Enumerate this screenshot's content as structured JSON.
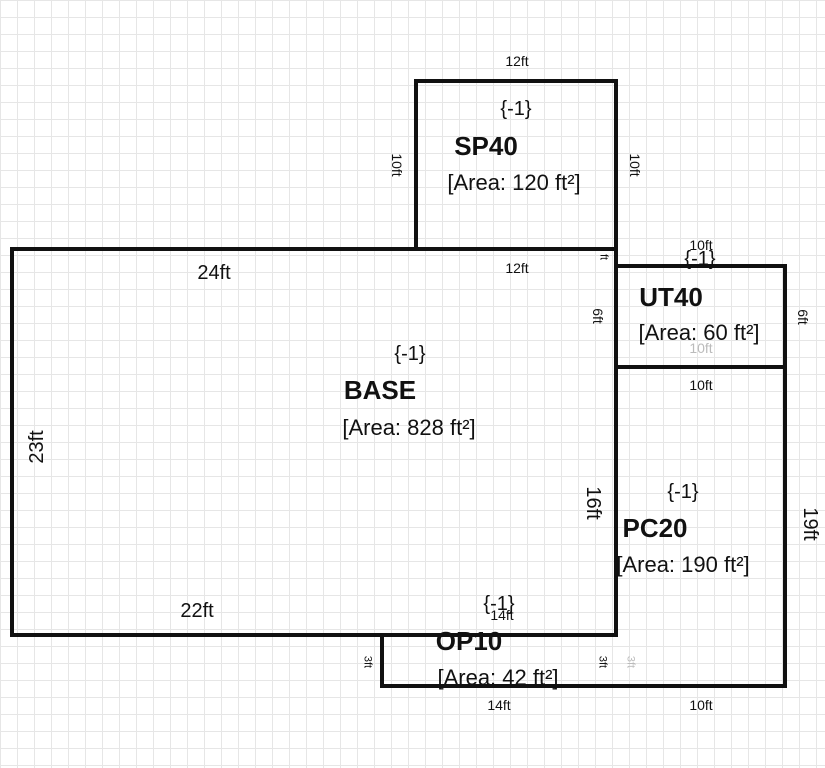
{
  "areas": {
    "base": {
      "code": "BASE",
      "number": "{-1}",
      "area": "[Area: 828 ft²]"
    },
    "sp40": {
      "code": "SP40",
      "number": "{-1}",
      "area": "[Area: 120 ft²]"
    },
    "ut40": {
      "code": "UT40",
      "number": "{-1}",
      "area": "[Area: 60 ft²]"
    },
    "pc20": {
      "code": "PC20",
      "number": "{-1}",
      "area": "[Area: 190 ft²]"
    },
    "op10": {
      "code": "OP10",
      "number": "{-1}",
      "area": "[Area: 42 ft²]"
    }
  },
  "dimensions": {
    "sp40_top": "12ft",
    "sp40_left": "10ft",
    "sp40_right": "10ft",
    "sp40_bottom": "12ft",
    "base_top": "24ft",
    "base_left": "23ft",
    "base_bottom": "22ft",
    "base_right_upper": "6ft",
    "base_right_lower": "16ft",
    "corner_small": "ft",
    "ut40_top": "10ft",
    "ut40_right": "6ft",
    "ut40_bottom": "10ft",
    "ut40_bottom_inner": "10ft",
    "pc20_right": "19ft",
    "pc20_bottom": "10ft",
    "op10_top": "14ft",
    "op10_left": "3ft",
    "op10_right": "3ft",
    "op10_right_inner": "3ft",
    "op10_bottom": "14ft"
  },
  "colors": {
    "line": "#111111",
    "grid": "#e6e6e6",
    "faint_text": "#bbbbbb"
  }
}
